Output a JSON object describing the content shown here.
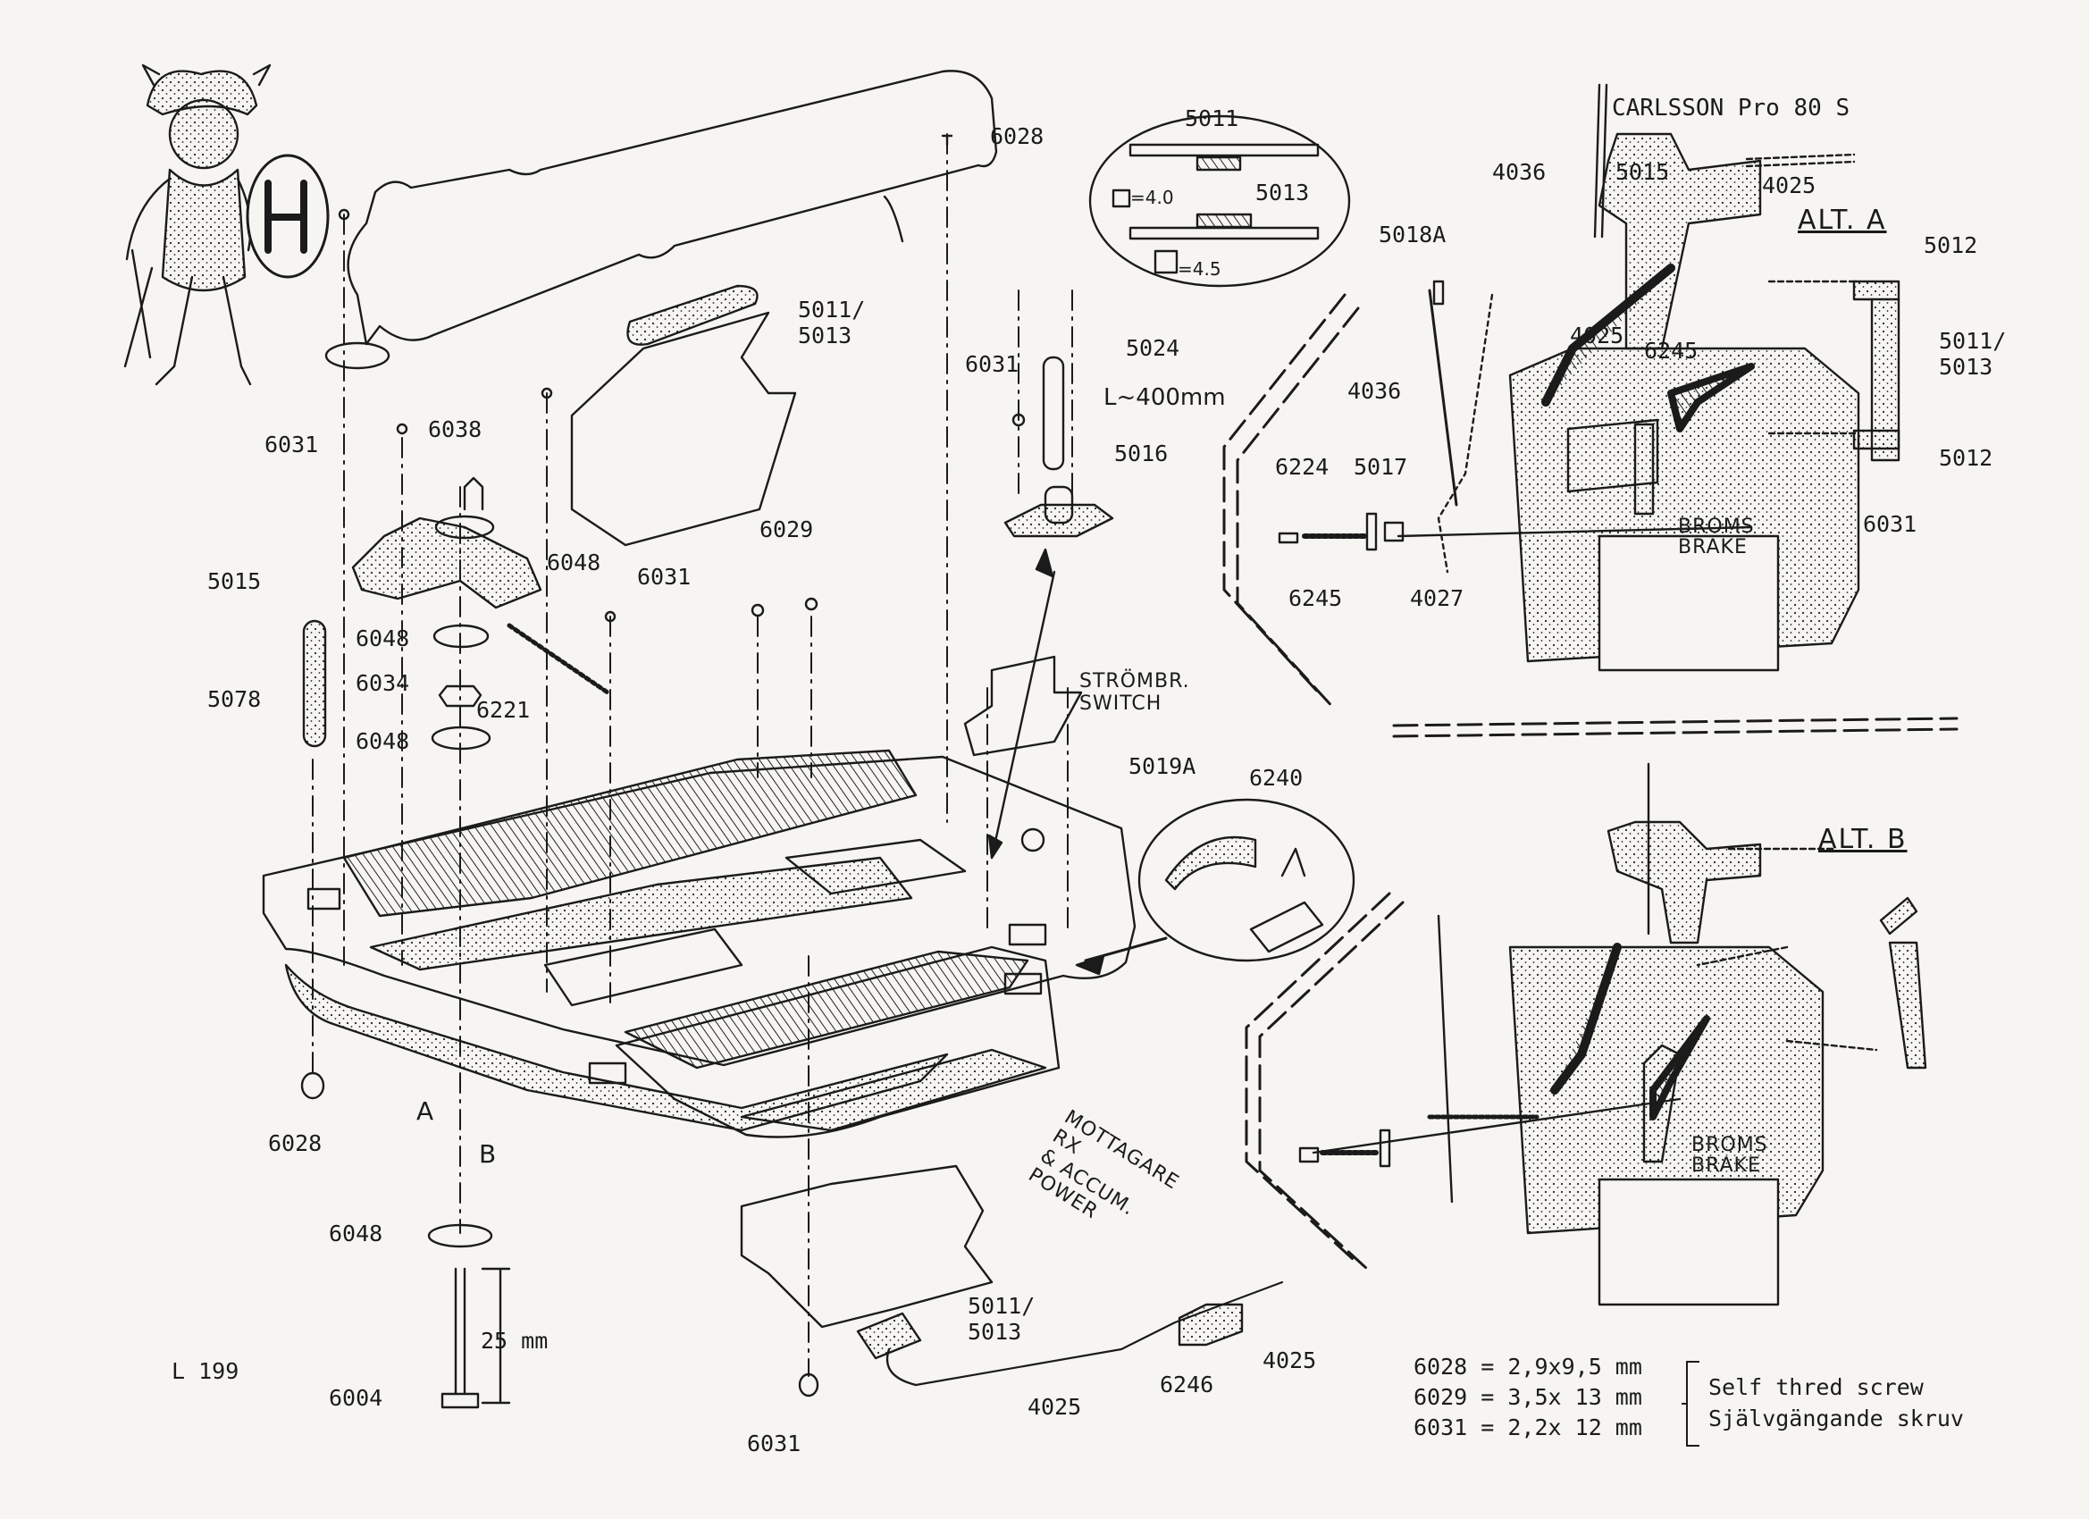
{
  "title": "CARLSSON Pro 80 S",
  "drawing_number": "L 199",
  "alternatives": {
    "a": "ALT. A",
    "b": "ALT. B"
  },
  "inset_circle": {
    "top_part": "5011",
    "bottom_part": "5013",
    "top_thickness": "=4.0",
    "bottom_thickness": "=4.5"
  },
  "part_labels": {
    "p6028_top": "6028",
    "p5011_5013_top": "5011/\n5013",
    "p6031_left": "6031",
    "p6038": "6038",
    "p6048_a": "6048",
    "p5015": "5015",
    "p6048_b": "6048",
    "p6034": "6034",
    "p6048_c": "6048",
    "p6221": "6221",
    "p5078": "5078",
    "p6031_mid": "6031",
    "p6029": "6029",
    "p6031_5024": "6031",
    "p5024": "5024",
    "p5016": "5016",
    "p5019A": "5019A",
    "p6240": "6240",
    "p6028_bottom": "6028",
    "p6048_bottom": "6048",
    "p6004": "6004",
    "p5011_5013_bottom": "5011/\n5013",
    "p6246": "6246",
    "p4025_a": "4025",
    "p4025_b": "4025",
    "p6031_bottom": "6031",
    "r4036_top": "4036",
    "r5015": "5015",
    "r4025_top": "4025",
    "r5012_top": "5012",
    "r5011_5013": "5011/\n5013",
    "r5012_bottom": "5012",
    "r6031": "6031",
    "r5018A": "5018A",
    "r4036_mid": "4036",
    "r4025_mid": "4025",
    "r6245_top": "6245",
    "r6224": "6224",
    "r5017": "5017",
    "r6245_bottom": "6245",
    "r4027": "4027"
  },
  "annotations": {
    "length": "L~400mm",
    "switch": "STRÖMBR.\nSWITCH",
    "brake_a": "BROMS\nBRAKE",
    "brake_b": "BROMS\nBRAKE",
    "receiver": "MOTTAGARE\nRX\n& ACCUM.\nPOWER",
    "dim_25": "25  mm",
    "letter_a": "A",
    "letter_b": "B"
  },
  "screw_specs": [
    {
      "code": "6028",
      "size": "= 2,9x9,5 mm"
    },
    {
      "code": "6029",
      "size": "= 3,5x 13 mm"
    },
    {
      "code": "6031",
      "size": "= 2,2x 12 mm"
    }
  ],
  "screw_type_en": "Self thred screw",
  "screw_type_sv": "Självgängande skruv",
  "colors": {
    "paper": "#f6f5f2",
    "ink": "#1b1b1b"
  }
}
